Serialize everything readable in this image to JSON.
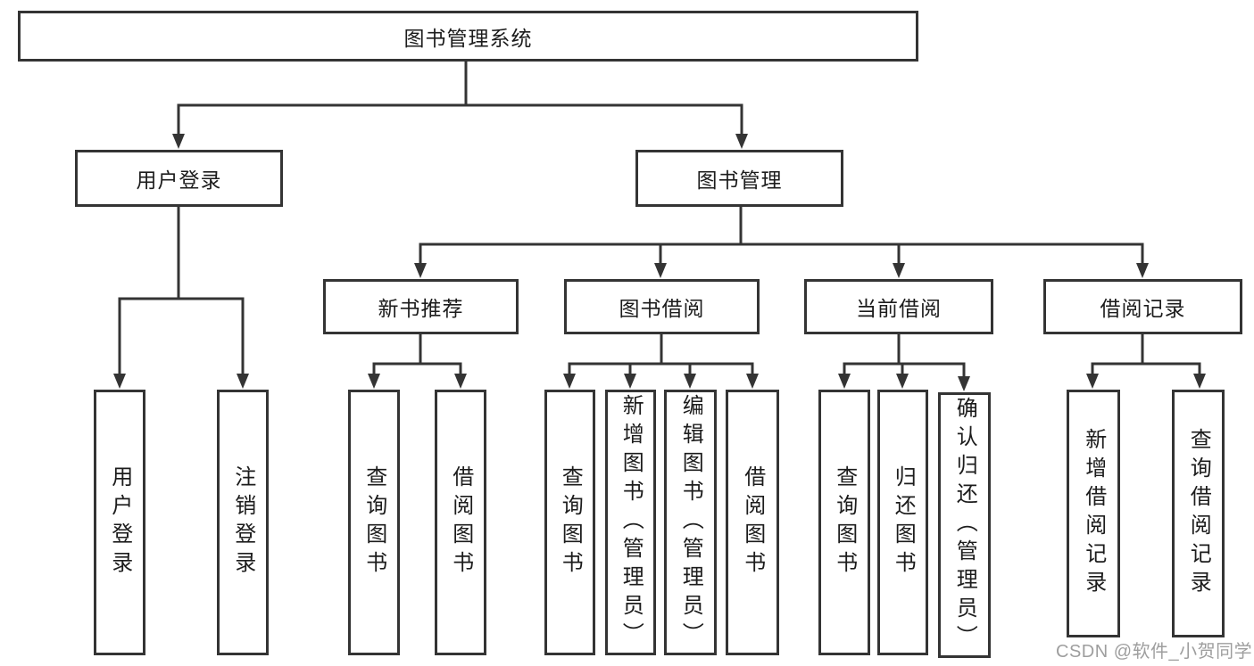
{
  "nodes": {
    "root": {
      "label": "图书管理系统"
    },
    "user_login": {
      "label": "用户登录"
    },
    "book_management": {
      "label": "图书管理"
    },
    "new_book": {
      "label": "新书推荐"
    },
    "book_borrow": {
      "label": "图书借阅"
    },
    "current_borrow": {
      "label": "当前借阅"
    },
    "borrow_record": {
      "label": "借阅记录"
    }
  },
  "leaves": {
    "user_login": [
      {
        "label": "用户登录"
      },
      {
        "label": "注销登录"
      }
    ],
    "new_book": [
      {
        "label": "查询图书"
      },
      {
        "label": "借阅图书"
      }
    ],
    "book_borrow": [
      {
        "label": "查询图书"
      },
      {
        "label": "新增图书（管理员）"
      },
      {
        "label": "编辑图书（管理员）"
      },
      {
        "label": "借阅图书"
      }
    ],
    "current_borrow": [
      {
        "label": "查询图书"
      },
      {
        "label": "归还图书"
      },
      {
        "label": "确认归还（管理员）"
      }
    ],
    "borrow_record": [
      {
        "label": "新增借阅记录"
      },
      {
        "label": "查询借阅记录"
      }
    ]
  },
  "watermark": "CSDN @软件_小贺同学",
  "colors": {
    "line": "#343434",
    "text": "#1c1c1c",
    "watermark": "#9e9e9e",
    "background": "#ffffff"
  }
}
